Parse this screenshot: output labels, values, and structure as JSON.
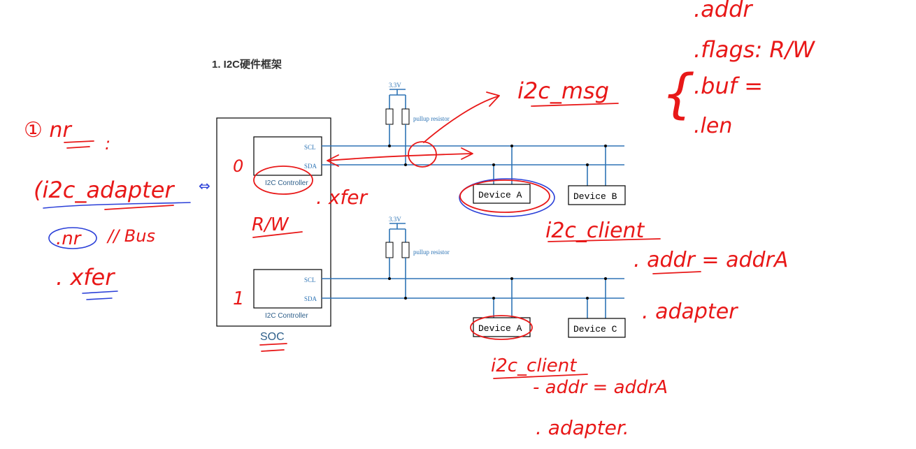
{
  "heading": "1. I2C硬件框架",
  "soc_label": "SOC",
  "controller_label": "I2C Controller",
  "pins": {
    "scl": "SCL",
    "sda": "SDA"
  },
  "supply": "3.3V",
  "resistor_label": "pullup resistor",
  "bus0": {
    "devices": [
      "Device A",
      "Device B"
    ]
  },
  "bus1": {
    "devices": [
      "Device A",
      "Device C"
    ]
  },
  "notes": {
    "nr_bullet": "① nr",
    "nr_colon": ":",
    "adapter": "(i2c_adapter",
    "adapter_arrow": "⇔",
    "nr_field": ".nr",
    "bus_comment": "// Bus",
    "xfer_field": ". xfer",
    "bus_num_0": "0",
    "bus_num_1": "1",
    "xfer_mid": ". xfer",
    "rw": "R/W",
    "msg": "i2c_msg",
    "msg_brace": "{",
    "msg_addr": ".addr",
    "msg_flags": ".flags: R/W",
    "msg_buf": ".buf =",
    "msg_len": ".len",
    "client1": "i2c_client",
    "client1_addr": ". addr = addrA",
    "client1_adapter": ". adapter",
    "client2": "i2c_client",
    "client2_addr": "- addr = addrA",
    "client2_adapter": ". adapter."
  },
  "colors": {
    "bus": "#2e74b5",
    "annotation": "#e81818",
    "highlight": "#2a3fd8"
  }
}
